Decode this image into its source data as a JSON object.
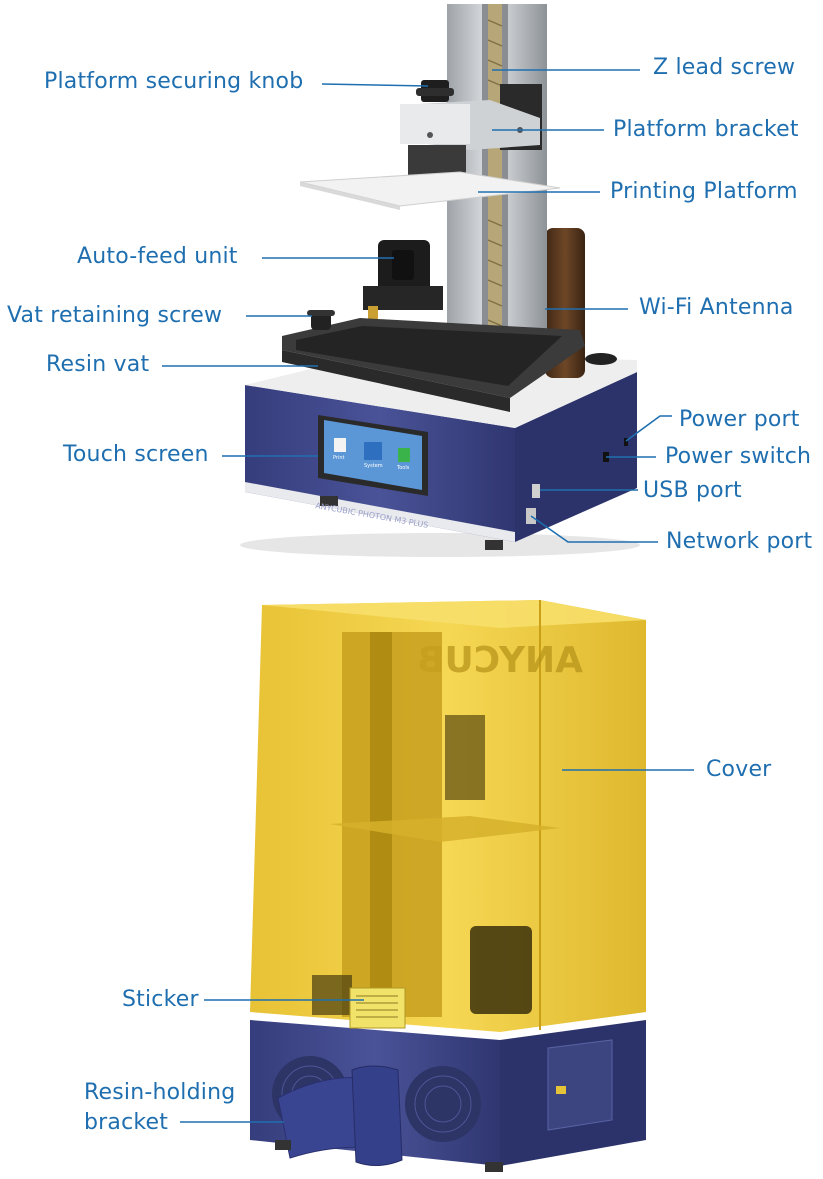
{
  "colors": {
    "label_text": "#1f6fb0",
    "leader_line": "#1f6fb0",
    "base_body": "#3d4688",
    "cover_yellow": "#f3cf33",
    "metal": "#bfc3c7",
    "vat": "#2b2b2b",
    "resin_bottle": "#5a3a20",
    "screen": "#4a86c8"
  },
  "printer_top": {
    "labels": {
      "platform_securing_knob": "Platform securing knob",
      "z_lead_screw": "Z lead screw",
      "platform_bracket": "Platform bracket",
      "printing_platform": "Printing Platform",
      "auto_feed_unit": "Auto-feed unit",
      "vat_retaining_screw": "Vat retaining screw",
      "wifi_antenna": "Wi-Fi Antenna",
      "resin_vat": "Resin vat",
      "touch_screen": "Touch screen",
      "power_port": "Power port",
      "power_switch": "Power switch",
      "usb_port": "USB port",
      "network_port": "Network port"
    },
    "brand_text": "ANYCUBIC PHOTON M3 PLUS",
    "screen_buttons": [
      "Print",
      "System",
      "Tools"
    ]
  },
  "printer_bottom": {
    "labels": {
      "cover": "Cover",
      "sticker": "Sticker",
      "resin_holding_bracket": "Resin-holding bracket"
    },
    "cover_brand_text": "ANYCUB"
  }
}
